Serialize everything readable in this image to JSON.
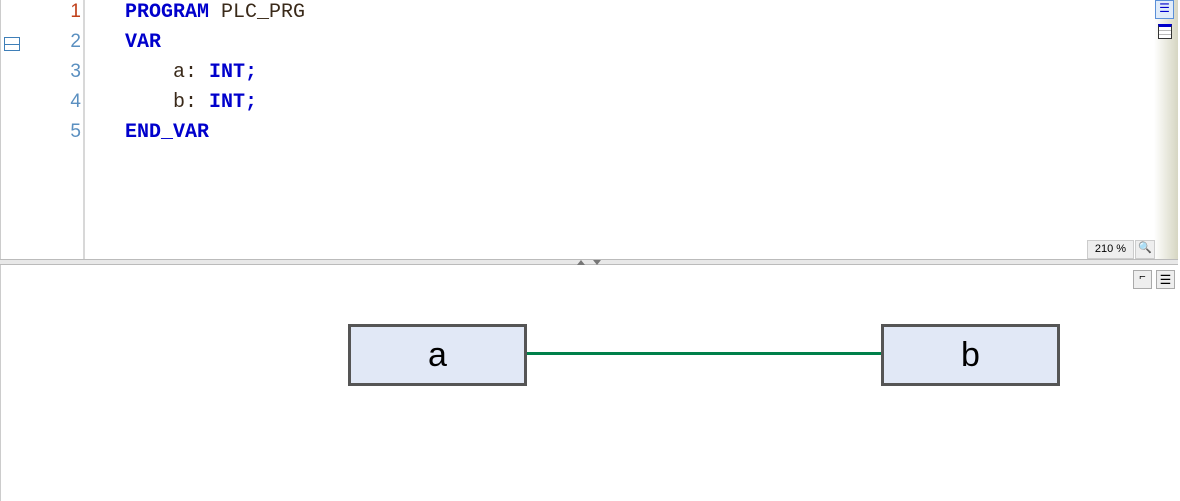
{
  "editor": {
    "lines": [
      {
        "number": "1",
        "tokens": [
          {
            "t": "PROGRAM",
            "kw": true
          },
          {
            "t": " PLC_PRG",
            "kw": false
          }
        ]
      },
      {
        "number": "2",
        "tokens": [
          {
            "t": "VAR",
            "kw": true
          }
        ]
      },
      {
        "number": "3",
        "tokens": [
          {
            "t": "    a: ",
            "kw": false
          },
          {
            "t": "INT;",
            "kw": true
          }
        ]
      },
      {
        "number": "4",
        "tokens": [
          {
            "t": "    b: ",
            "kw": false
          },
          {
            "t": "INT;",
            "kw": true
          }
        ]
      },
      {
        "number": "5",
        "tokens": [
          {
            "t": "END_VAR",
            "kw": true
          }
        ]
      }
    ],
    "zoom": "210 %"
  },
  "diagram": {
    "boxes": [
      {
        "label": "a"
      },
      {
        "label": "b"
      }
    ],
    "wire_color": "#00804a"
  }
}
